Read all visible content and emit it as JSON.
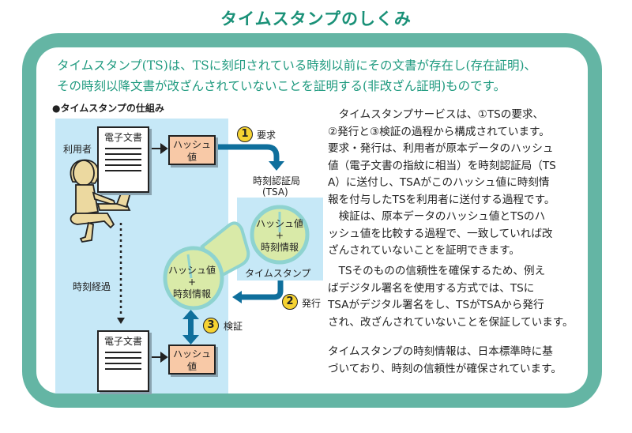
{
  "title": "タイムスタンプのしくみ",
  "intro": {
    "line1": "タイムスタンプ(TS)は、TSに刻印されている時刻以前にその文書が存在し(存在証明)、",
    "line2": "その時刻以降文書が改ざんされていないことを証明する(非改ざん証明)ものです。"
  },
  "diagram": {
    "subheading": "●タイムスタンプの仕組み",
    "user_label": "利用者",
    "doc_title": "電子文書",
    "hash_line1": "ハッシュ",
    "hash_line2": "値",
    "time_elapsed": "時刻経過",
    "tsa_line1": "時刻認証局",
    "tsa_line2": "(TSA)",
    "stamp_label": "タイムスタンプ",
    "clock_line1": "ハッシュ値",
    "clock_plus": "+",
    "clock_line3": "時刻情報",
    "steps": [
      {
        "num": "1",
        "label": "要求"
      },
      {
        "num": "2",
        "label": "発行"
      },
      {
        "num": "3",
        "label": "検証"
      }
    ],
    "colors": {
      "frame": "#64b5a4",
      "panel": "#c6e8f7",
      "hash": "#f8c9a7",
      "arrow": "#0f6f9c",
      "badge": "#f6d332",
      "clock": "#d9eaa8",
      "clock_ring": "#8ed3d0"
    }
  },
  "body": {
    "p1": [
      "　タイムスタンプサービスは、①TSの要求、",
      "②発行と③検証の過程から構成されています。",
      "要求・発行は、利用者が原本データのハッシュ",
      "値（電子文書の指紋に相当）を時刻認証局（TS",
      "A）に送付し、TSAがこのハッシュ値に時刻情",
      "報を付与したTSを利用者に送付する過程です。"
    ],
    "p2": [
      "　検証は、原本データのハッシュ値とTSのハ",
      "ッシュ値を比較する過程で、一致していれば改",
      "ざんされていないことを証明できます。"
    ],
    "p3": [
      "　TSそのものの信頼性を確保するため、例え",
      "ばデジタル署名を使用する方式では、TSに",
      "TSAがデジタル署名をし、TSがTSAから発行",
      "され、改ざんされていないことを保証しています。"
    ],
    "p4": [
      "タイムスタンプの時刻情報は、日本標準時に基",
      "づいており、時刻の信頼性が確保されています。"
    ]
  }
}
